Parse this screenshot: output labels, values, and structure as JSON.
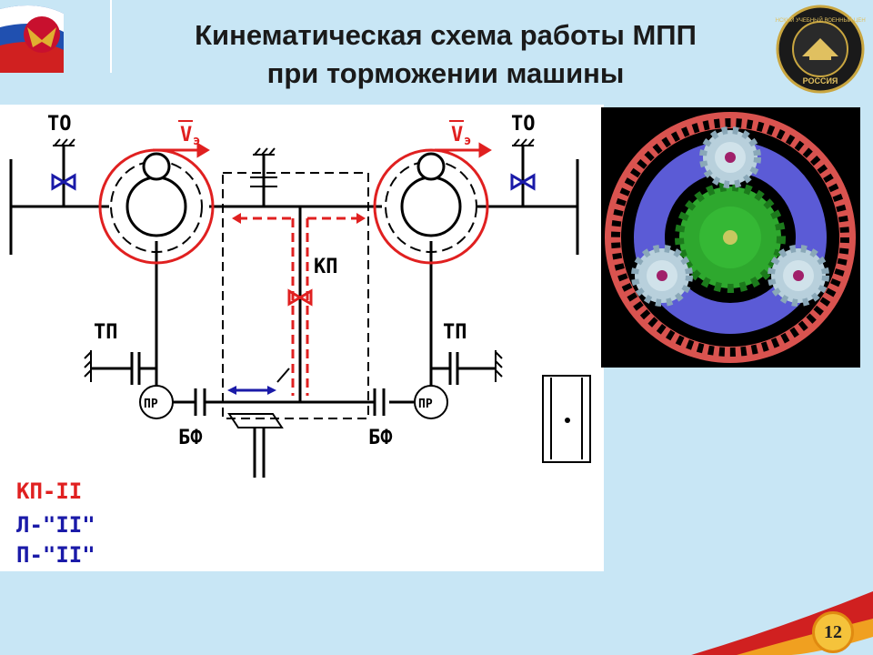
{
  "slide": {
    "title_line1": "Кинематическая схема работы МПП",
    "title_line2": "при торможении машины",
    "page_number": "12"
  },
  "emblem_right": {
    "ring_text": "ЛЕНСКИЙ УЧЕБНЫЙ ВОЕННЫЙ ЦЕНТР",
    "bottom_text": "РОССИЯ"
  },
  "diagram": {
    "label_to_left": "ТО",
    "label_to_right": "ТО",
    "label_v_left": "V",
    "label_v_sub_left": "э",
    "label_v_right": "V",
    "label_v_sub_right": "э",
    "label_kp": "КП",
    "label_tp_left": "ТП",
    "label_tp_right": "ТП",
    "label_pr_left": "ПР",
    "label_pr_right": "ПР",
    "label_bf_left": "БФ",
    "label_bf_right": "БФ",
    "legend_kp": "КП-II",
    "legend_l": "Л-\"II\"",
    "legend_p": "П-\"II\""
  },
  "colors": {
    "accent_red": "#e02020",
    "accent_blue": "#1a1aa8",
    "ring_gear": "#d9534f",
    "carrier": "#5b5bd6",
    "sun_gear": "#2ea82e",
    "planet_gear": "#b8d0dc"
  },
  "icons": {
    "left_emblem": "russian-flag-eagle-icon",
    "right_emblem": "training-center-seal-icon"
  }
}
